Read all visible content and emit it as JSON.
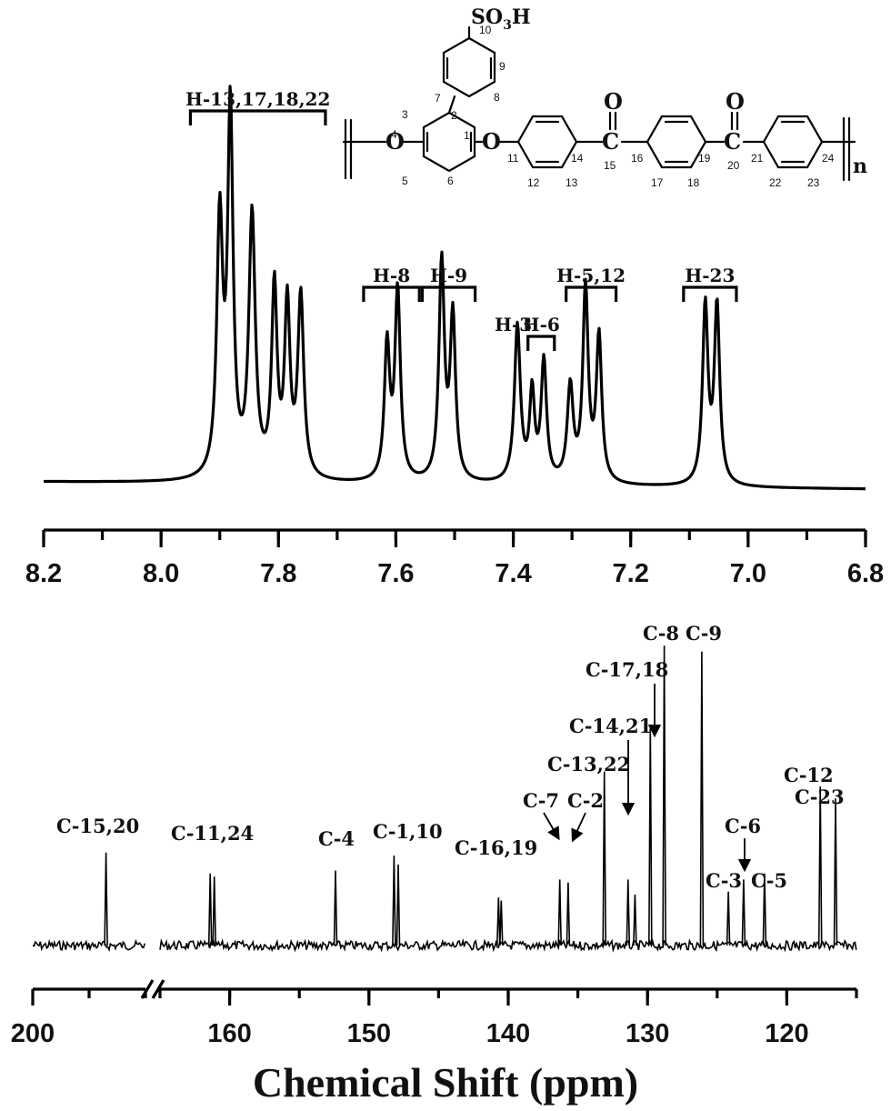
{
  "chart_data": [
    {
      "type": "line",
      "title": "",
      "xlabel": "",
      "ylabel": "",
      "xlim": [
        8.2,
        6.8
      ],
      "ticks": [
        "8.2",
        "8.0",
        "7.8",
        "7.6",
        "7.4",
        "7.2",
        "7.0",
        "6.8"
      ],
      "tick_values": [
        8.2,
        8.0,
        7.8,
        7.6,
        7.4,
        7.2,
        7.0,
        6.8
      ],
      "peaks": [
        {
          "x": 7.9,
          "h": 0.7,
          "w": 0.006
        },
        {
          "x": 7.882,
          "h": 1.0,
          "w": 0.0055
        },
        {
          "x": 7.845,
          "h": 0.72,
          "w": 0.0065
        },
        {
          "x": 7.807,
          "h": 0.52,
          "w": 0.0055
        },
        {
          "x": 7.785,
          "h": 0.47,
          "w": 0.0055
        },
        {
          "x": 7.762,
          "h": 0.5,
          "w": 0.006
        },
        {
          "x": 7.615,
          "h": 0.37,
          "w": 0.0055
        },
        {
          "x": 7.597,
          "h": 0.52,
          "w": 0.0055
        },
        {
          "x": 7.522,
          "h": 0.6,
          "w": 0.0055
        },
        {
          "x": 7.503,
          "h": 0.45,
          "w": 0.0055
        },
        {
          "x": 7.393,
          "h": 0.43,
          "w": 0.006
        },
        {
          "x": 7.368,
          "h": 0.24,
          "w": 0.005
        },
        {
          "x": 7.348,
          "h": 0.33,
          "w": 0.0055
        },
        {
          "x": 7.303,
          "h": 0.26,
          "w": 0.006
        },
        {
          "x": 7.277,
          "h": 0.53,
          "w": 0.0055
        },
        {
          "x": 7.254,
          "h": 0.4,
          "w": 0.0055
        },
        {
          "x": 7.073,
          "h": 0.49,
          "w": 0.0055
        },
        {
          "x": 7.053,
          "h": 0.49,
          "w": 0.0055
        }
      ],
      "assignments": [
        {
          "label": "H-13,17,18,22",
          "x1": 7.95,
          "x2": 7.72,
          "level": 0
        },
        {
          "label": "H-8",
          "x1": 7.655,
          "x2": 7.56,
          "level": 1
        },
        {
          "label": "H-9",
          "x1": 7.555,
          "x2": 7.465,
          "level": 1
        },
        {
          "label": "H-3",
          "x1": null,
          "x2": null,
          "level": 2,
          "x": 7.4
        },
        {
          "label": "H-6",
          "x1": 7.375,
          "x2": 7.33,
          "level": 2
        },
        {
          "label": "H-5,12",
          "x1": 7.31,
          "x2": 7.225,
          "level": 1
        },
        {
          "label": "H-23",
          "x1": 7.11,
          "x2": 7.02,
          "level": 1
        }
      ]
    },
    {
      "type": "line",
      "title": "",
      "xlabel": "Chemical Shift (ppm)",
      "ylabel": "",
      "xlim": [
        200,
        115
      ],
      "axis_break": [
        190,
        165
      ],
      "ticks": [
        "200",
        "160",
        "150",
        "140",
        "130",
        "120"
      ],
      "tick_values": [
        200,
        160,
        150,
        140,
        130,
        120
      ],
      "peaks": [
        {
          "x": 193.5,
          "h": 0.31
        },
        {
          "x": 161.4,
          "h": 0.24
        },
        {
          "x": 161.1,
          "h": 0.23
        },
        {
          "x": 152.4,
          "h": 0.25
        },
        {
          "x": 148.2,
          "h": 0.3
        },
        {
          "x": 147.9,
          "h": 0.27
        },
        {
          "x": 140.7,
          "h": 0.16
        },
        {
          "x": 140.5,
          "h": 0.15
        },
        {
          "x": 136.3,
          "h": 0.22
        },
        {
          "x": 135.7,
          "h": 0.21
        },
        {
          "x": 133.1,
          "h": 0.58
        },
        {
          "x": 131.4,
          "h": 0.22
        },
        {
          "x": 130.9,
          "h": 0.17
        },
        {
          "x": 129.8,
          "h": 0.73
        },
        {
          "x": 128.8,
          "h": 1.0
        },
        {
          "x": 126.1,
          "h": 0.98
        },
        {
          "x": 124.2,
          "h": 0.18
        },
        {
          "x": 123.1,
          "h": 0.22
        },
        {
          "x": 121.6,
          "h": 0.24
        },
        {
          "x": 117.6,
          "h": 0.53
        },
        {
          "x": 116.5,
          "h": 0.49
        }
      ],
      "labels": [
        "C-15,20",
        "C-11,24",
        "C-4",
        "C-1,10",
        "C-16,19",
        "C-7",
        "C-2",
        "C-13,22",
        "C-14,21",
        "C-17,18",
        "C-8",
        "C-9",
        "C-3",
        "C-6",
        "C-5",
        "C-12",
        "C-23"
      ]
    }
  ],
  "structure": {
    "sulfonic_acid": [
      "SO",
      "3",
      "H"
    ],
    "oxygen": "O",
    "carbonyl_oxygen": "O",
    "carbon": "C",
    "repeat": "n",
    "atom_numbers": [
      "1",
      "2",
      "3",
      "4",
      "5",
      "6",
      "7",
      "8",
      "9",
      "10",
      "11",
      "12",
      "13",
      "14",
      "15",
      "16",
      "17",
      "18",
      "19",
      "20",
      "21",
      "22",
      "23",
      "24"
    ]
  }
}
